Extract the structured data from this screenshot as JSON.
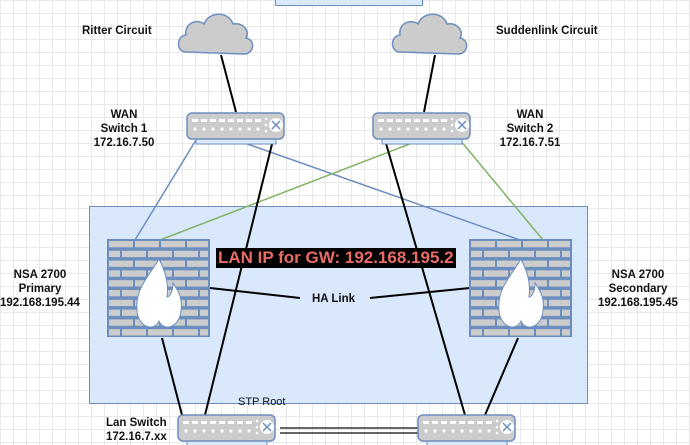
{
  "diagram": {
    "circuits": [
      {
        "name": "Ritter Circuit",
        "icon": "cloud-icon"
      },
      {
        "name": "Suddenlink Circuit",
        "icon": "cloud-icon"
      }
    ],
    "wan_switches": [
      {
        "line1": "WAN",
        "line2": "Switch 1",
        "ip": "172.16.7.50",
        "icon": "switch-icon"
      },
      {
        "line1": "WAN",
        "line2": "Switch 2",
        "ip": "172.16.7.51",
        "icon": "switch-icon"
      }
    ],
    "firewalls": [
      {
        "model": "NSA 2700",
        "role": "Primary",
        "ip": "192.168.195.44",
        "icon": "firewall-icon"
      },
      {
        "model": "NSA 2700",
        "role": "Secondary",
        "ip": "192.168.195.45",
        "icon": "firewall-icon"
      }
    ],
    "gw_label": "LAN IP for GW: 192.168.195.2",
    "ha_link_label": "HA Link",
    "lan_switch": {
      "name": "Lan Switch",
      "ip": "172.16.7.xx",
      "icon": "switch-icon"
    },
    "stp_label": "STP Root",
    "colors": {
      "blue_link": "#6c8ebf",
      "green_link": "#82b366",
      "black_link": "#000000",
      "group_fill": "#dae8fc",
      "gw_text": "#ea6b66"
    }
  }
}
